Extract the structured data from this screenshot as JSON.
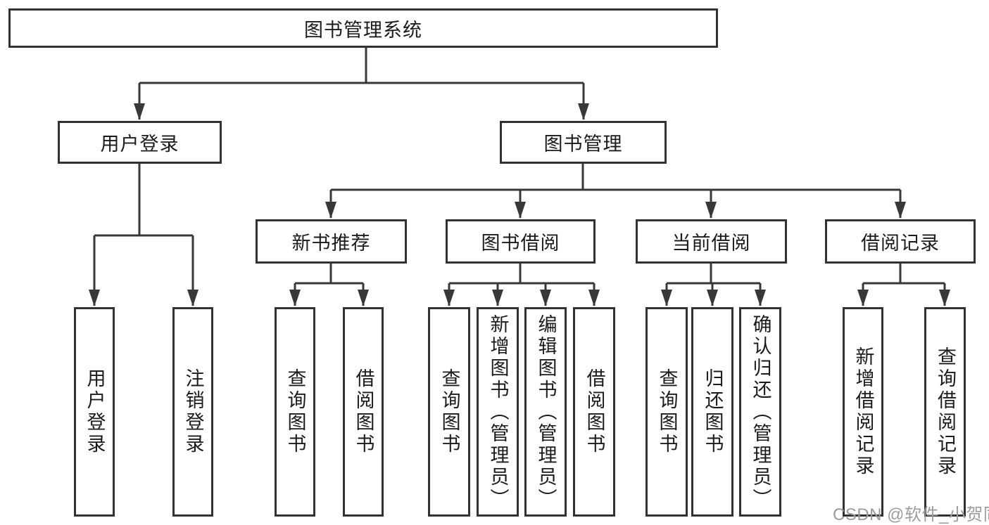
{
  "title": {
    "label": "图书管理系统"
  },
  "level2": {
    "user_login": {
      "label": "用户登录"
    },
    "book_mgmt": {
      "label": "图书管理"
    }
  },
  "level3": {
    "new_books": {
      "label": "新书推荐"
    },
    "borrowing": {
      "label": "图书借阅"
    },
    "current": {
      "label": "当前借阅"
    },
    "records": {
      "label": "借阅记录"
    }
  },
  "leaves": {
    "user_login": [
      "用户登录",
      "注销登录"
    ],
    "new_books": [
      "查询图书",
      "借阅图书"
    ],
    "borrowing": [
      "查询图书",
      "新增图书（管理员）",
      "编辑图书（管理员）",
      "借阅图书"
    ],
    "current": [
      "查询图书",
      "归还图书",
      "确认归还（管理员）"
    ],
    "records": [
      "新增借阅记录",
      "查询借阅记录"
    ]
  },
  "watermark": {
    "text": "CSDN @软件_小贺同学"
  },
  "colors": {
    "line": "#383838",
    "box_border": "#323232",
    "text": "#1b1b1b",
    "watermark": "#9c9c9c",
    "background": "#ffffff"
  }
}
